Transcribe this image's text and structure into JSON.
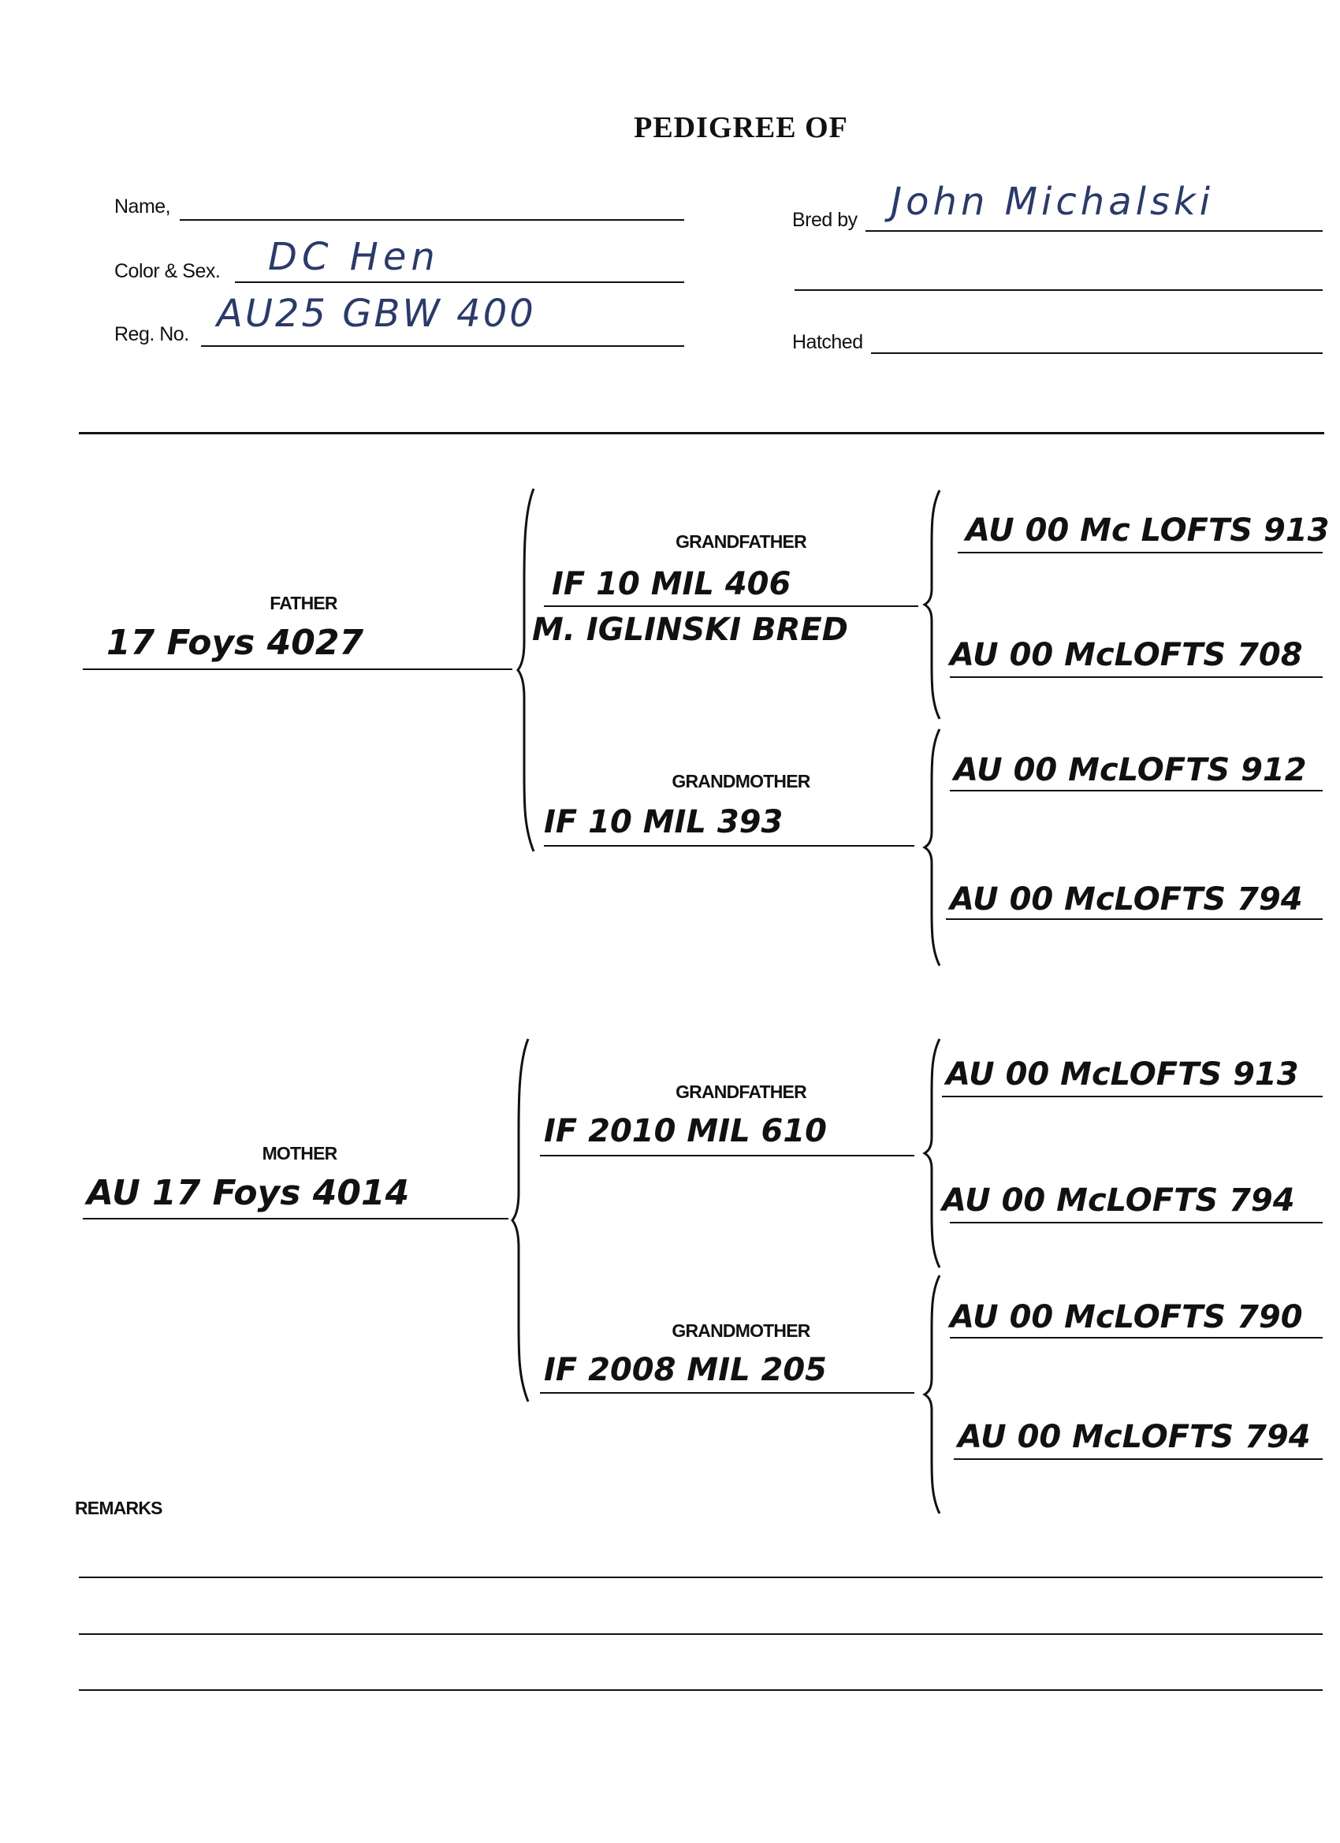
{
  "header": {
    "title": "PEDIGREE OF",
    "name_label": "Name,",
    "name_value": "",
    "color_sex_label": "Color & Sex.",
    "color_sex_value": "DC Hen",
    "reg_no_label": "Reg. No.",
    "reg_no_value": "AU25 GBW 400",
    "bred_by_label": "Bred by",
    "bred_by_value": "John Michalski",
    "hatched_label": "Hatched",
    "hatched_value": ""
  },
  "sire_side": {
    "parent_label": "FATHER",
    "parent_value": "17 Foys 4027",
    "grandfather_label": "GRANDFATHER",
    "grandfather_value": "IF 10 MIL 406",
    "grandfather_note": "M. IGLINSKI BRED",
    "grandmother_label": "GRANDMOTHER",
    "grandmother_value": "IF 10 MIL 393",
    "great_grandparents": [
      "AU 00 Mc LOFTS 913",
      "AU 00 McLOFTS 708",
      "AU 00 McLOFTS 912",
      "AU 00 McLOFTS 794"
    ]
  },
  "dam_side": {
    "parent_label": "MOTHER",
    "parent_value": "AU 17 Foys 4014",
    "grandfather_label": "GRANDFATHER",
    "grandfather_value": "IF 2010 MIL 610",
    "grandmother_label": "GRANDMOTHER",
    "grandmother_value": "IF 2008 MIL 205",
    "great_grandparents": [
      "AU 00 McLOFTS 913",
      "AU 00 McLOFTS 794",
      "AU 00 McLOFTS 790",
      "AU 00 McLOFTS 794"
    ]
  },
  "remarks": {
    "label": "REMARKS",
    "lines": [
      "",
      "",
      ""
    ]
  }
}
